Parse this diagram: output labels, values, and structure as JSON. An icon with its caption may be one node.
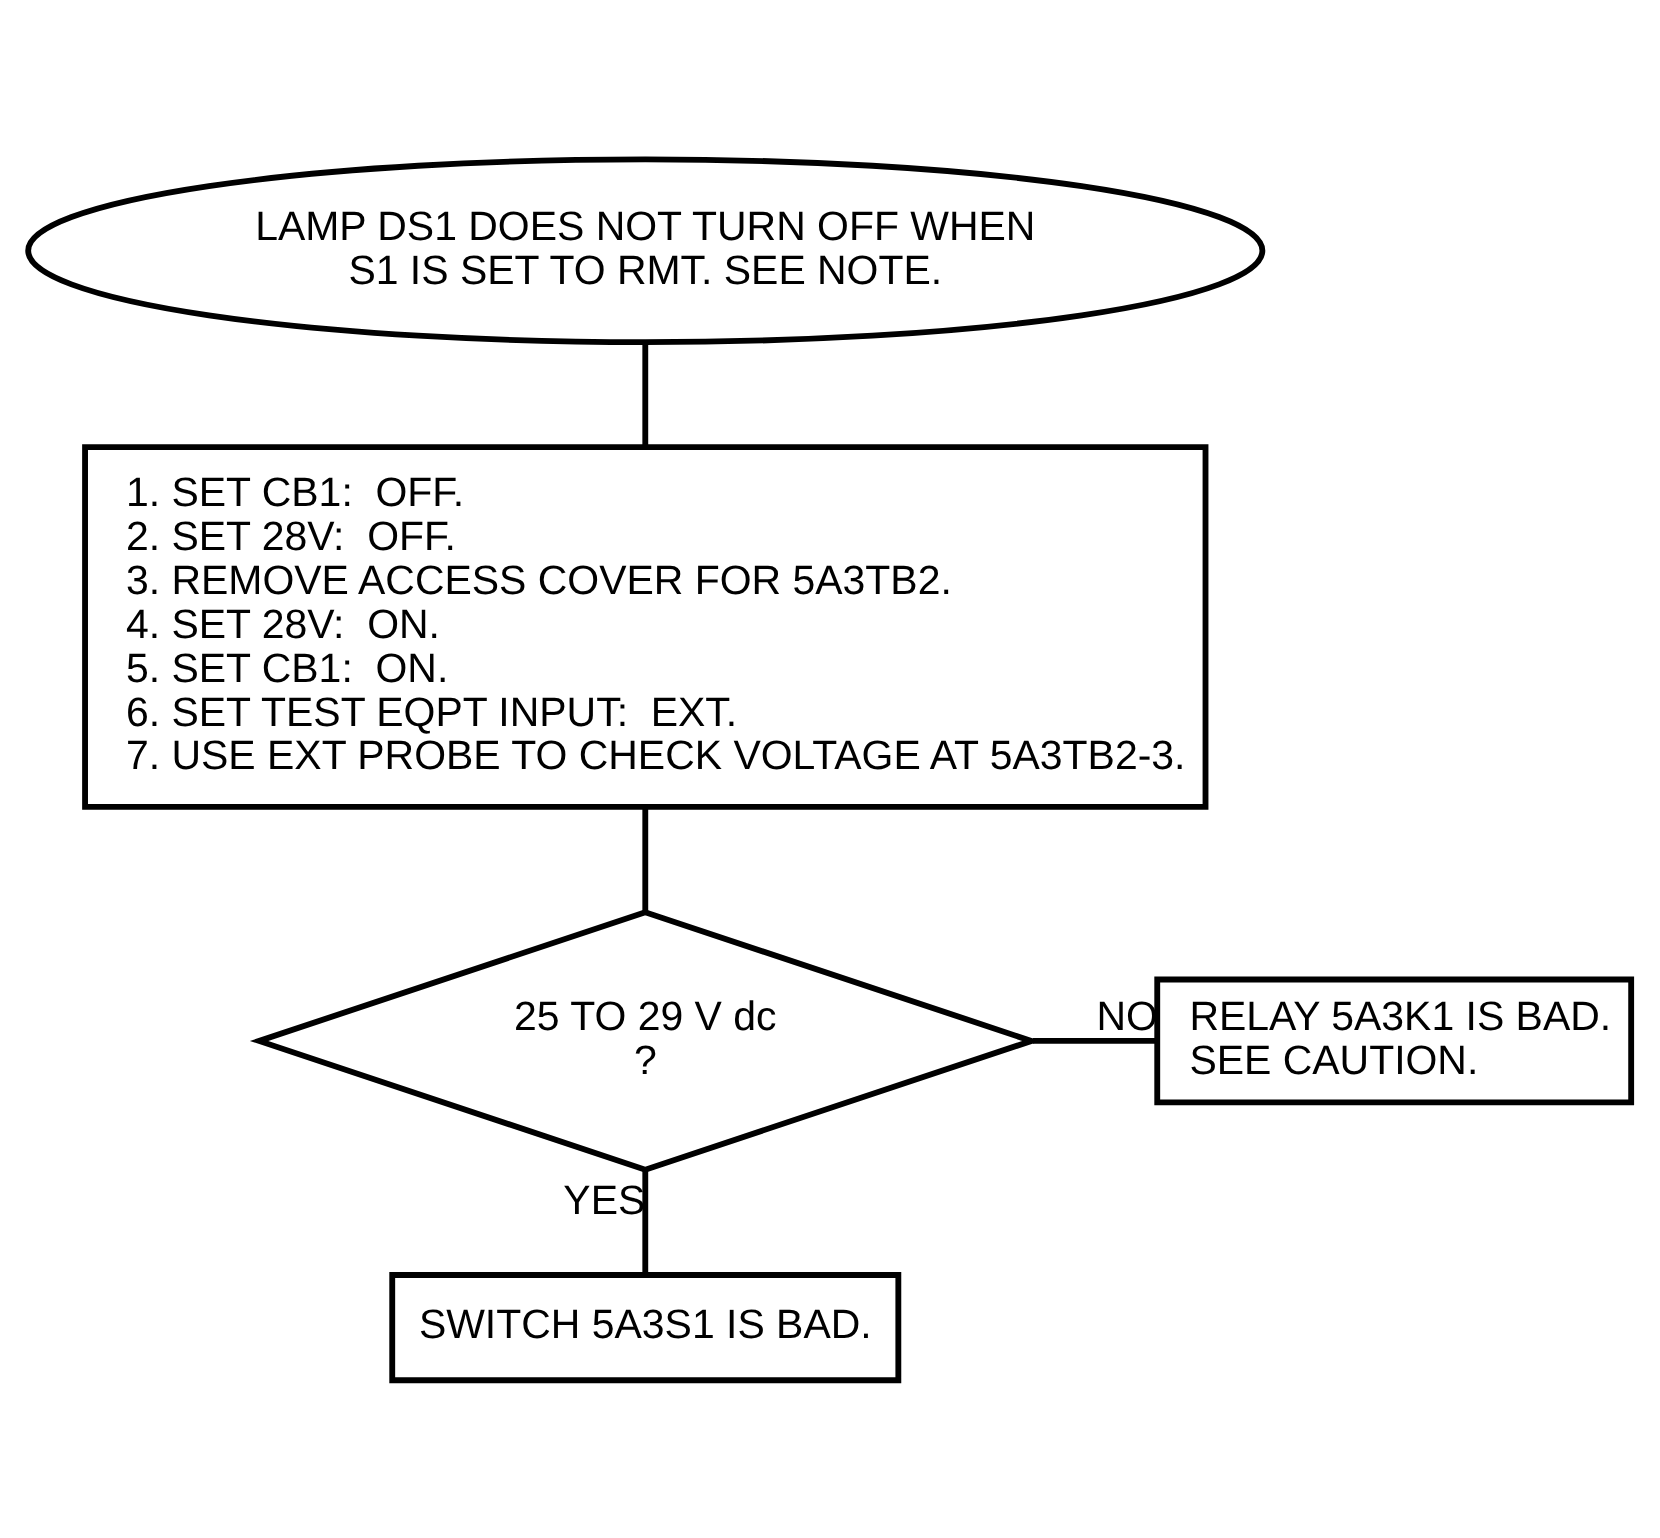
{
  "diagram": {
    "nodes": [
      {
        "text": [
          "LAMP DS1 DOES NOT TURN OFF WHEN S1 IS SET TO RMT. SEE NOTE."
        ]
      },
      {
        "text": [
          "1. SET CB1:  OFF.",
          "2. SET 28V:  OFF.",
          "3. REMOVE ACCESS COVER FOR 5A3TB2.",
          "4. SET 28V:  ON.",
          "5. SET CB1:  ON.",
          "6. SET TEST EQPT INPUT:  EXT.",
          "7. USE EXT PROBE TO CHECK VOLTAGE AT 5A3TB2-3."
        ]
      },
      {
        "text": [
          "25 TO 29 V dc",
          "?"
        ]
      },
      {
        "text": [
          "RELAY 5A3K1 IS BAD. SEE CAUTION."
        ]
      },
      {
        "text": [
          "SWITCH 5A3S1 IS BAD."
        ]
      }
    ],
    "edges": [
      {
        "from": 0,
        "to": 1,
        "arrow": "none"
      },
      {
        "from": 1,
        "to": 2,
        "arrow": "none"
      },
      {
        "from": 2,
        "to": 3,
        "arrow": "none",
        "label": "NO"
      },
      {
        "from": 2,
        "to": 4,
        "arrow": "none",
        "label": "YES"
      }
    ]
  }
}
